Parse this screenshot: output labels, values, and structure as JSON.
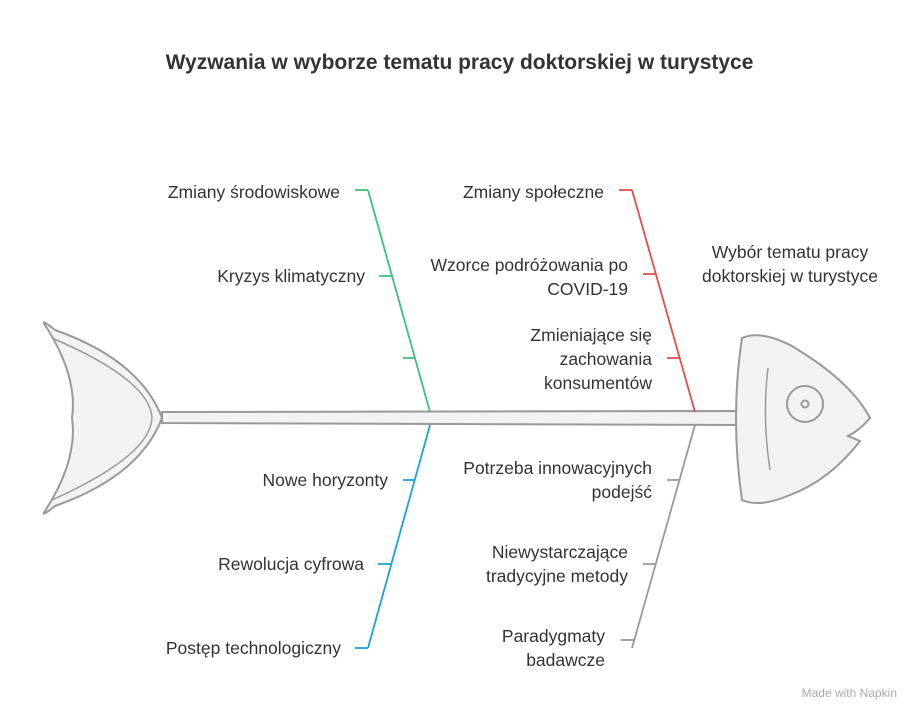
{
  "title": "Wyzwania w wyborze tematu pracy doktorskiej w turystyce",
  "head_label": "Wybór tematu pracy doktorskiej w turystyce",
  "colors": {
    "green": "#3cc27a",
    "red": "#e0504a",
    "blue": "#1aa3db",
    "gray": "#999999",
    "text": "#333333"
  },
  "branches": {
    "green": [
      "Zmiany środowiskowe",
      "Kryzys klimatyczny",
      ""
    ],
    "red": [
      "Zmiany społeczne",
      "Wzorce podróżowania po COVID-19",
      "Zmieniające się zachowania konsumentów"
    ],
    "blue": [
      "Nowe horyzonty",
      "Rewolucja cyfrowa",
      "Postęp technologiczny"
    ],
    "gray": [
      "Potrzeba innowacyjnych podejść",
      "Niewystarczające tradycyjne metody",
      "Paradygmaty badawcze"
    ]
  },
  "watermark": "Made with Napkin"
}
